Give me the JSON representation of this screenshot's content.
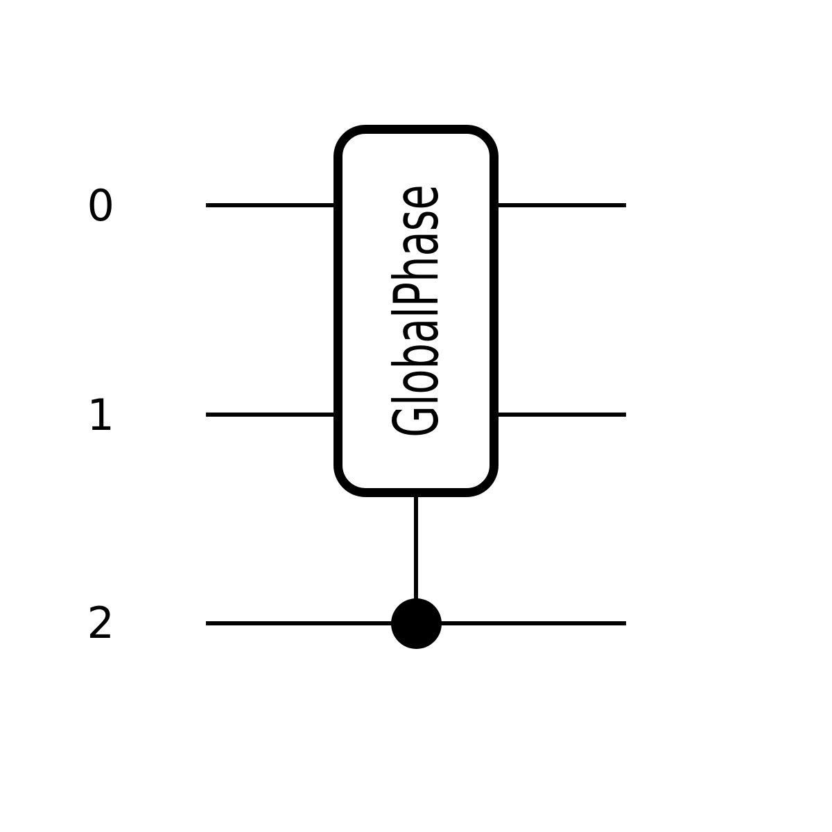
{
  "circuit": {
    "wires": [
      {
        "label": "0"
      },
      {
        "label": "1"
      },
      {
        "label": "2"
      }
    ],
    "gate": {
      "label": "GlobalPhase",
      "spans_wires": [
        "0",
        "1"
      ],
      "control_wire": "2"
    },
    "colors": {
      "ink": "#000000",
      "background": "#ffffff"
    }
  }
}
